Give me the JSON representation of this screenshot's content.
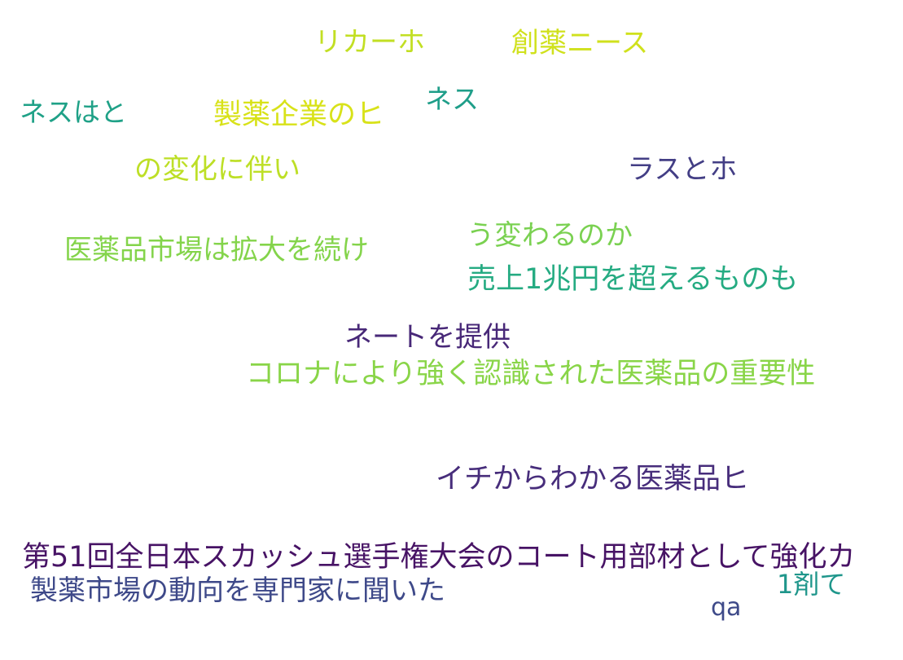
{
  "words": [
    {
      "text": "リカーホ",
      "color": "#c2df23"
    },
    {
      "text": "創薬ニース",
      "color": "#d0e11c"
    },
    {
      "text": "ネスはと",
      "color": "#1fa187"
    },
    {
      "text": "製薬企業のヒ",
      "color": "#d8e219"
    },
    {
      "text": "ネス",
      "color": "#1f9e89"
    },
    {
      "text": "の変化に伴い",
      "color": "#bddf26"
    },
    {
      "text": "ラスとホ",
      "color": "#433e85"
    },
    {
      "text": "医薬品市場は拡大を続け",
      "color": "#84d44b"
    },
    {
      "text": "う変わるのか",
      "color": "#7ad151"
    },
    {
      "text": "売上1兆円を超えるものも",
      "color": "#25ab82"
    },
    {
      "text": "ネートを提供",
      "color": "#482878"
    },
    {
      "text": "コロナにより強く認識された医薬品の重要性",
      "color": "#89d548"
    },
    {
      "text": "イチからわかる医薬品ヒ",
      "color": "#472d7b"
    },
    {
      "text": "第51回全日本スカッシュ選手権大会のコート用部材として強化カ",
      "color": "#471365"
    },
    {
      "text": "製薬市場の動向を専門家に聞いた",
      "color": "#3e4989"
    },
    {
      "text": "1剤て",
      "color": "#1f968b"
    },
    {
      "text": "qa",
      "color": "#3e4a89"
    }
  ]
}
